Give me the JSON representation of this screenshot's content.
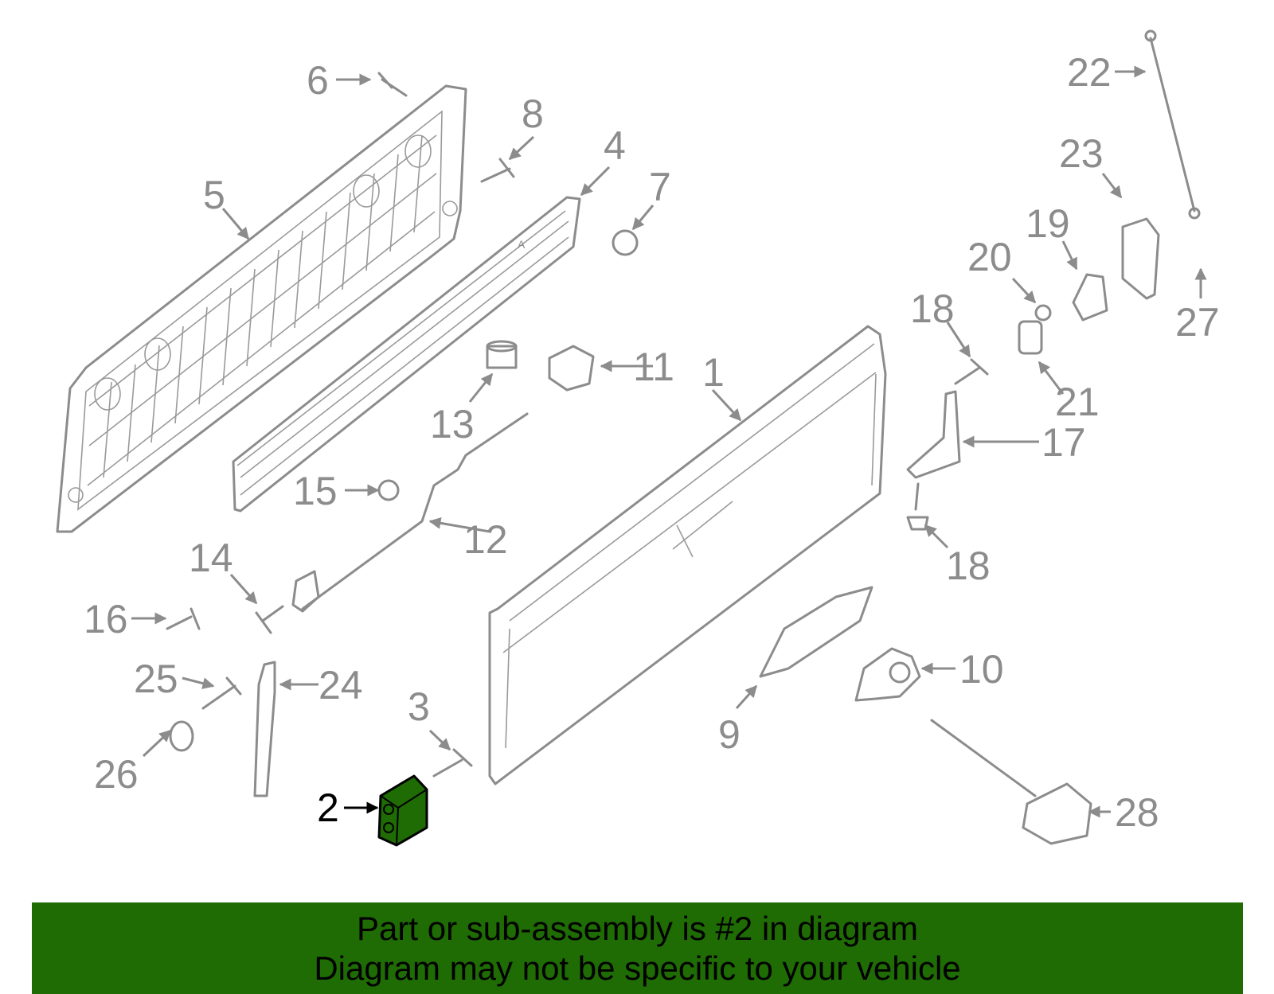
{
  "diagram": {
    "highlighted_part": "2",
    "callouts": [
      "1",
      "2",
      "3",
      "4",
      "5",
      "6",
      "7",
      "8",
      "9",
      "10",
      "11",
      "12",
      "13",
      "14",
      "15",
      "16",
      "17",
      "18",
      "18",
      "19",
      "20",
      "21",
      "22",
      "23",
      "24",
      "25",
      "26",
      "27",
      "28"
    ]
  },
  "colors": {
    "highlight": "#1f6b04",
    "line": "#8c8c8c",
    "banner_bg": "#1f6b04"
  },
  "banner": {
    "line1": "Part or sub-assembly is #2 in diagram",
    "line2": "Diagram may not be specific to your vehicle"
  }
}
